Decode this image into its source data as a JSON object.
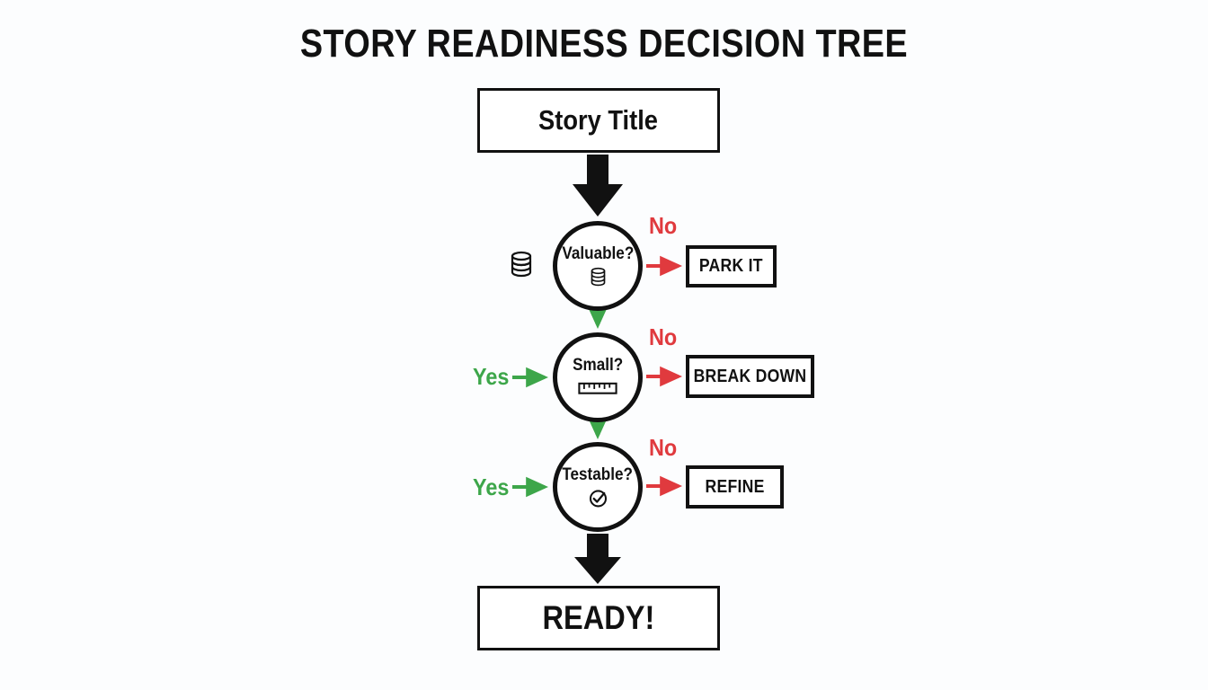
{
  "page": {
    "title": "STORY READINESS DECISION TREE",
    "background_color": "#fcfdfe"
  },
  "colors": {
    "ink": "#111111",
    "no_red": "#e03a3e",
    "yes_green": "#3da64a",
    "box_fill": "#ffffff"
  },
  "diagram": {
    "type": "decision-tree",
    "start_node": {
      "label": "Story Title",
      "shape": "rectangle"
    },
    "end_node": {
      "label": "READY!",
      "shape": "rectangle"
    },
    "decisions": [
      {
        "id": "valuable",
        "label": "Valuable?",
        "icon": "coin-stack-icon",
        "side_icon": "coin-stack-icon",
        "no_label": "No",
        "no_target": "PARK IT",
        "yes_label": "",
        "yes_target": "Small?"
      },
      {
        "id": "small",
        "label": "Small?",
        "icon": "ruler-icon",
        "side_icon": "",
        "no_label": "No",
        "no_target": "BREAK DOWN",
        "yes_label": "Yes",
        "yes_target": "Testable?"
      },
      {
        "id": "testable",
        "label": "Testable?",
        "icon": "check-circle-icon",
        "side_icon": "",
        "no_label": "No",
        "no_target": "REFINE",
        "yes_label": "Yes",
        "yes_target": "READY!"
      }
    ],
    "outcomes": [
      {
        "id": "park-it",
        "label": "PARK IT"
      },
      {
        "id": "break-down",
        "label": "BREAK DOWN"
      },
      {
        "id": "refine",
        "label": "REFINE"
      }
    ],
    "yes_labels": [
      "Yes",
      "Yes"
    ],
    "no_labels": [
      "No",
      "No",
      "No"
    ]
  }
}
